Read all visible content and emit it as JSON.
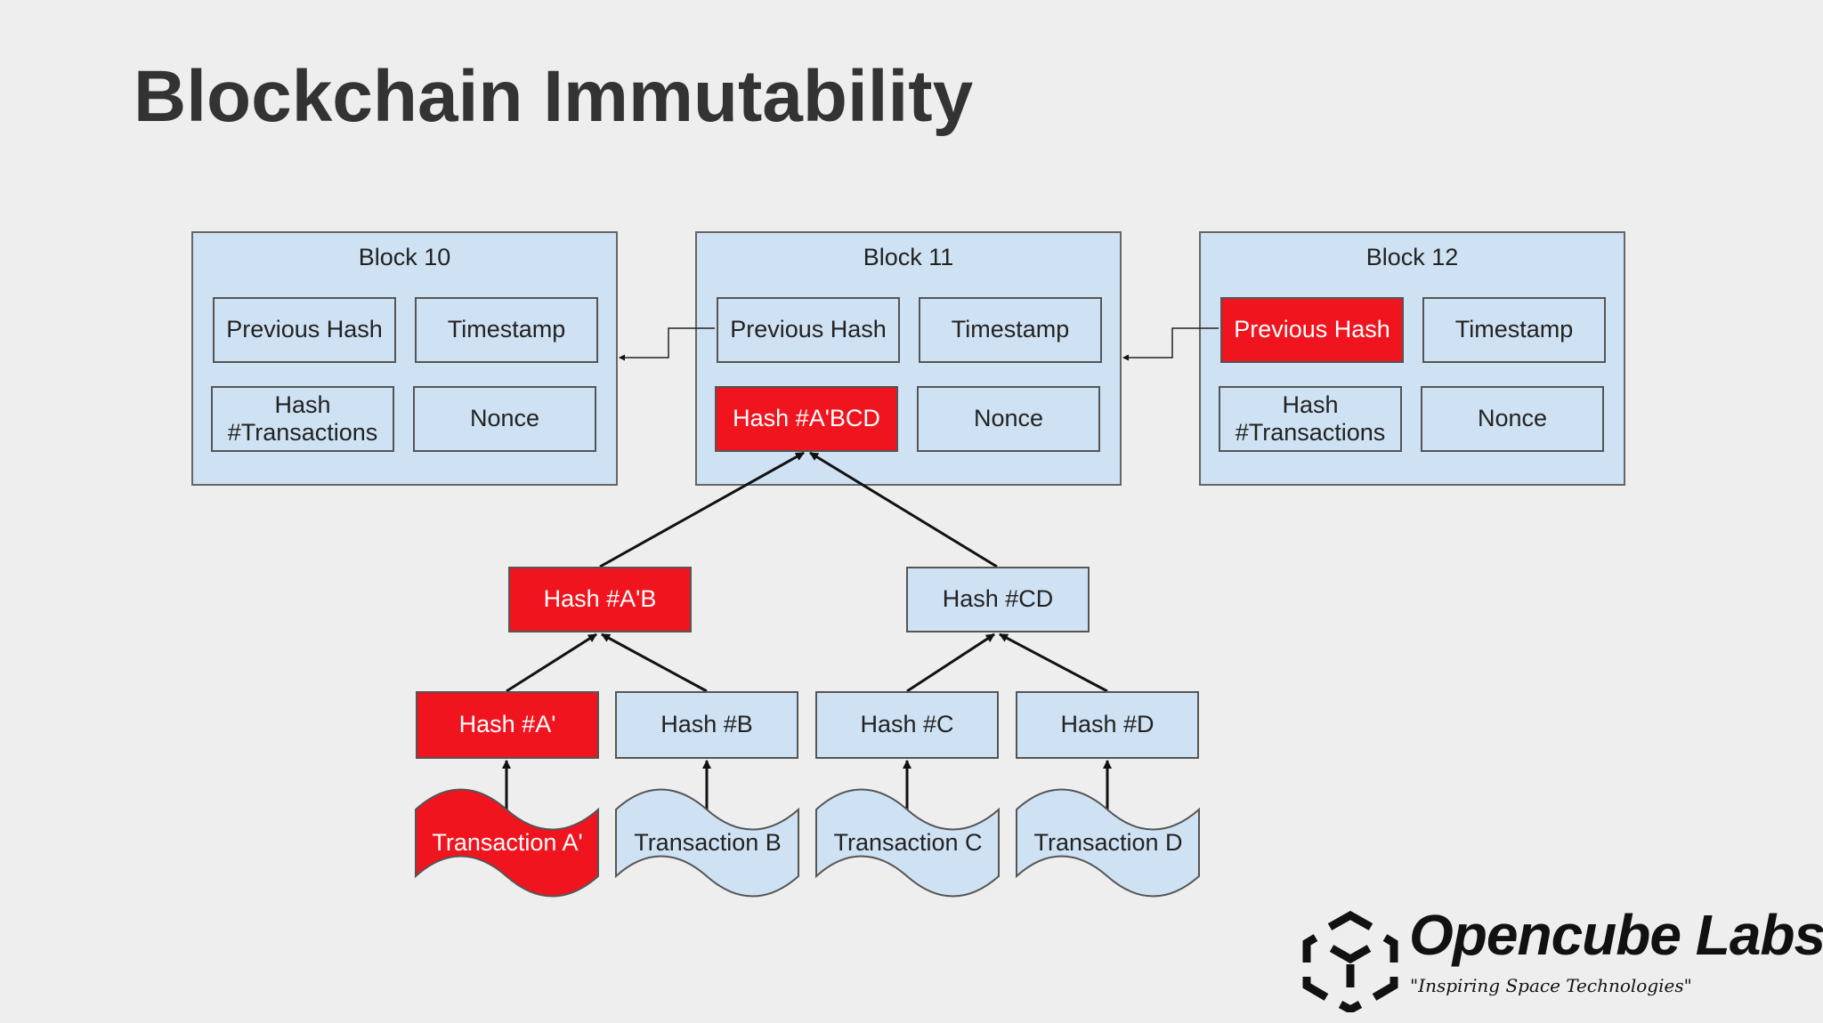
{
  "title": "Blockchain Immutability",
  "blocks": [
    {
      "title": "Block 10",
      "previous_hash": "Previous Hash",
      "timestamp": "Timestamp",
      "hash": "Hash\n#Transactions",
      "nonce": "Nonce"
    },
    {
      "title": "Block 11",
      "previous_hash": "Previous Hash",
      "timestamp": "Timestamp",
      "hash": "Hash #A'BCD",
      "nonce": "Nonce"
    },
    {
      "title": "Block 12",
      "previous_hash": "Previous Hash",
      "timestamp": "Timestamp",
      "hash": "Hash\n#Transactions",
      "nonce": "Nonce"
    }
  ],
  "merkle": {
    "level2": [
      "Hash #A'B",
      "Hash #CD"
    ],
    "level1": [
      "Hash #A'",
      "Hash #B",
      "Hash #C",
      "Hash #D"
    ],
    "transactions": [
      "Transaction A'",
      "Transaction B",
      "Transaction C",
      "Transaction D"
    ]
  },
  "colors": {
    "tampered": "#f0141e",
    "normal": "#cfe2f3",
    "background": "#eeeeee"
  },
  "logo": {
    "name": "Opencube Labs",
    "tagline": "\"Inspiring Space Technologies\""
  }
}
